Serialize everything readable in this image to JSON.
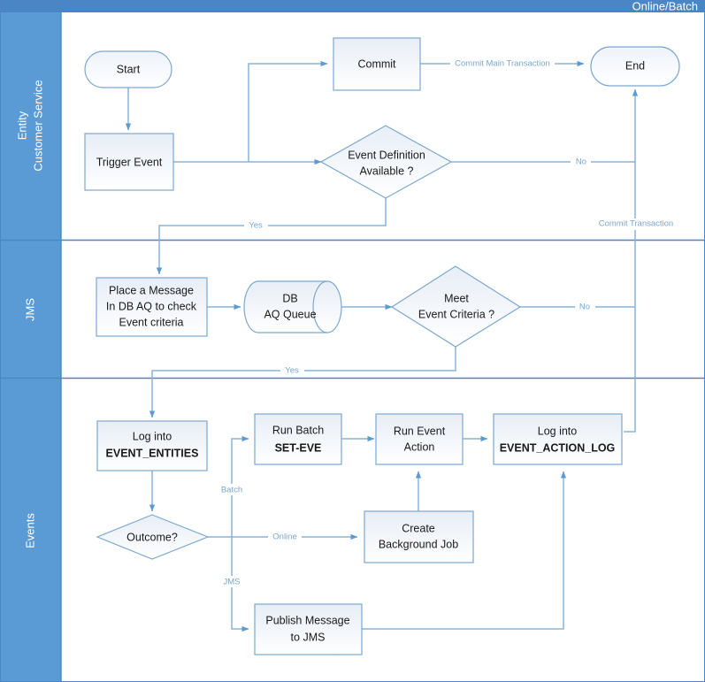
{
  "pool": {
    "title": "Online/Batch",
    "header_color": "#4a86c5",
    "lane_header_color": "#5b9bd5",
    "border_color": "#4a86c5",
    "shape_stroke": "#7ba7d0",
    "connector_color": "#8ab3d8",
    "label_color": "#7aa6cc"
  },
  "lanes": [
    {
      "id": "lane-entity",
      "label": "Entity\nCustomer Service",
      "label_lines": [
        "Entity",
        "Customer Service"
      ]
    },
    {
      "id": "lane-jms",
      "label": "JMS",
      "label_lines": [
        "JMS"
      ]
    },
    {
      "id": "lane-events",
      "label": "Events",
      "label_lines": [
        "Events"
      ]
    }
  ],
  "nodes": [
    {
      "id": "start",
      "lane": "lane-entity",
      "type": "terminator",
      "lines": [
        "Start"
      ]
    },
    {
      "id": "trigger-event",
      "lane": "lane-entity",
      "type": "process",
      "lines": [
        "Trigger Event"
      ]
    },
    {
      "id": "commit",
      "lane": "lane-entity",
      "type": "process",
      "lines": [
        "Commit"
      ]
    },
    {
      "id": "end",
      "lane": "lane-entity",
      "type": "terminator",
      "lines": [
        "End"
      ]
    },
    {
      "id": "event-definition-available",
      "lane": "lane-entity",
      "type": "decision",
      "lines": [
        "Event Definition",
        "Available ?"
      ]
    },
    {
      "id": "place-a-message",
      "lane": "lane-jms",
      "type": "process",
      "lines": [
        "Place a Message",
        "In DB AQ to check",
        "Event criteria"
      ]
    },
    {
      "id": "db-aq-queue",
      "lane": "lane-jms",
      "type": "database",
      "lines": [
        "DB",
        "AQ Queue"
      ]
    },
    {
      "id": "meet-event-criteria",
      "lane": "lane-jms",
      "type": "decision",
      "lines": [
        "Meet",
        "Event Criteria ?"
      ]
    },
    {
      "id": "log-into-event-entities",
      "lane": "lane-events",
      "type": "process",
      "lines": [
        "Log into",
        "EVENT_ENTITIES"
      ],
      "bold_lines": [
        1
      ]
    },
    {
      "id": "outcome",
      "lane": "lane-events",
      "type": "decision",
      "lines": [
        "Outcome?"
      ]
    },
    {
      "id": "run-batch-set-eve",
      "lane": "lane-events",
      "type": "process",
      "lines": [
        "Run Batch",
        "SET-EVE"
      ],
      "bold_lines": [
        1
      ]
    },
    {
      "id": "run-event-action",
      "lane": "lane-events",
      "type": "process",
      "lines": [
        "Run Event",
        "Action"
      ]
    },
    {
      "id": "log-into-event-action-log",
      "lane": "lane-events",
      "type": "process",
      "lines": [
        "Log into",
        "EVENT_ACTION_LOG"
      ],
      "bold_lines": [
        1
      ]
    },
    {
      "id": "create-background-job",
      "lane": "lane-events",
      "type": "process",
      "lines": [
        "Create",
        "Background Job"
      ]
    },
    {
      "id": "publish-message-to-jms",
      "lane": "lane-events",
      "type": "process",
      "lines": [
        "Publish Message",
        "to JMS"
      ]
    }
  ],
  "edges": [
    {
      "id": "start-to-trigger",
      "from": "start",
      "to": "trigger-event",
      "label": ""
    },
    {
      "id": "trigger-to-commit",
      "from": "trigger-event",
      "to": "commit",
      "label": ""
    },
    {
      "id": "trigger-to-event-definition",
      "from": "trigger-event",
      "to": "event-definition-available",
      "label": ""
    },
    {
      "id": "commit-to-end",
      "from": "commit",
      "to": "end",
      "label": "Commit Main Transaction"
    },
    {
      "id": "event-definition-no",
      "from": "event-definition-available",
      "to": "end",
      "label": "No"
    },
    {
      "id": "event-definition-yes",
      "from": "event-definition-available",
      "to": "place-a-message",
      "label": "Yes"
    },
    {
      "id": "place-to-queue",
      "from": "place-a-message",
      "to": "db-aq-queue",
      "label": ""
    },
    {
      "id": "queue-to-criteria",
      "from": "db-aq-queue",
      "to": "meet-event-criteria",
      "label": ""
    },
    {
      "id": "criteria-no",
      "from": "meet-event-criteria",
      "to": "end",
      "label": "No"
    },
    {
      "id": "criteria-yes",
      "from": "meet-event-criteria",
      "to": "log-into-event-entities",
      "label": "Yes"
    },
    {
      "id": "entities-to-outcome",
      "from": "log-into-event-entities",
      "to": "outcome",
      "label": ""
    },
    {
      "id": "outcome-batch",
      "from": "outcome",
      "to": "run-batch-set-eve",
      "label": "Batch"
    },
    {
      "id": "outcome-online",
      "from": "outcome",
      "to": "create-background-job",
      "label": "Online"
    },
    {
      "id": "outcome-jms",
      "from": "outcome",
      "to": "publish-message-to-jms",
      "label": "JMS"
    },
    {
      "id": "batch-to-action",
      "from": "run-batch-set-eve",
      "to": "run-event-action",
      "label": ""
    },
    {
      "id": "background-to-action",
      "from": "create-background-job",
      "to": "run-event-action",
      "label": ""
    },
    {
      "id": "action-to-log",
      "from": "run-event-action",
      "to": "log-into-event-action-log",
      "label": ""
    },
    {
      "id": "publish-to-log",
      "from": "publish-message-to-jms",
      "to": "log-into-event-action-log",
      "label": ""
    },
    {
      "id": "log-to-end",
      "from": "log-into-event-action-log",
      "to": "end",
      "label": "Commit Transaction"
    }
  ],
  "edge_labels": {
    "commit_main_transaction": "Commit Main Transaction",
    "no_1": "No",
    "yes_1": "Yes",
    "no_2": "No",
    "yes_2": "Yes",
    "batch": "Batch",
    "online": "Online",
    "jms": "JMS",
    "commit_transaction": "Commit Transaction"
  }
}
